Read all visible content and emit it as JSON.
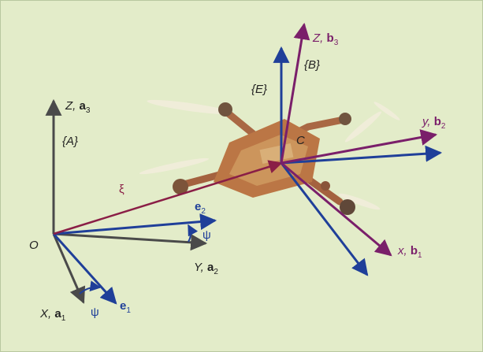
{
  "colors": {
    "background": "#e3ecc9",
    "inertial_axes": "#4a4a4a",
    "body_axes": "#7a1f6a",
    "intermediate_axes": "#1f3f99",
    "position_vector": "#8a1e46"
  },
  "frames": {
    "inertial": "{A}",
    "body": "{B}",
    "intermediate": "{E}"
  },
  "points": {
    "origin": "O",
    "center": "C"
  },
  "vectors": {
    "position": "ξ"
  },
  "angles": {
    "yaw": "ψ"
  },
  "axes": {
    "inertial_z": {
      "name": "Z,",
      "vec": "a",
      "idx": "3"
    },
    "inertial_y": {
      "name": "Y,",
      "vec": "a",
      "idx": "2"
    },
    "inertial_x": {
      "name": "X,",
      "vec": "a",
      "idx": "1"
    },
    "body_z": {
      "name": "Z,",
      "vec": "b",
      "idx": "3"
    },
    "body_y": {
      "name": "y,",
      "vec": "b",
      "idx": "2"
    },
    "body_x": {
      "name": "x,",
      "vec": "b",
      "idx": "1"
    },
    "e2": {
      "vec": "e",
      "idx": "2"
    },
    "e1": {
      "vec": "e",
      "idx": "1"
    }
  },
  "icons": {
    "drone": "quadrotor-drone-icon"
  }
}
